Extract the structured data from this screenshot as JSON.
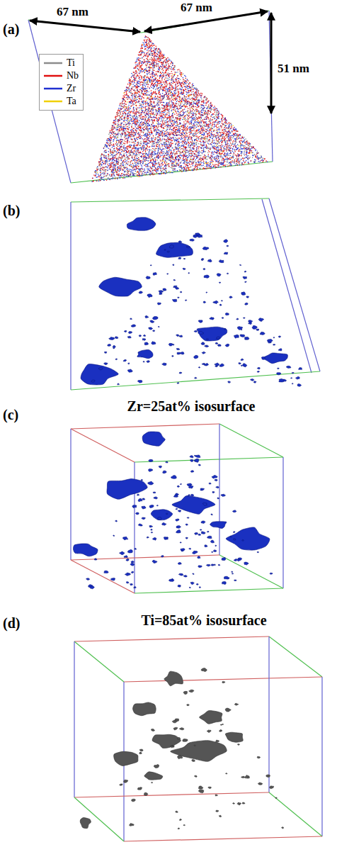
{
  "diagram": {
    "labels": [
      "(a)",
      "67 nm",
      "67 nm",
      "51 nm",
      "(b)",
      "Zr=25at% isosurface",
      "(c)",
      "Ti=85at% isosurface",
      "(d)"
    ],
    "legend": [
      {
        "text": "Ti",
        "color": "#8c8c8c"
      },
      {
        "text": "Nb",
        "color": "#e01010"
      },
      {
        "text": "Zr",
        "color": "#2030d0"
      },
      {
        "text": "Ta",
        "color": "#f0d000"
      }
    ]
  }
}
